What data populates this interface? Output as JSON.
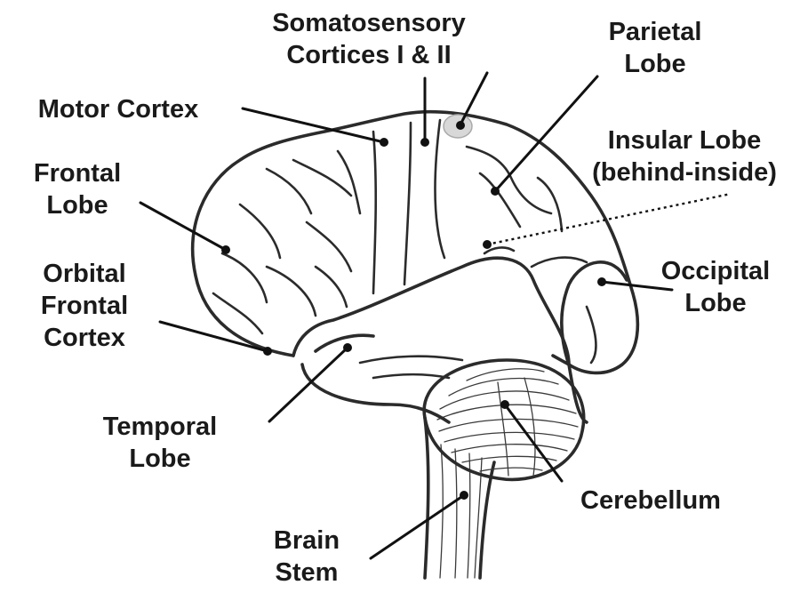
{
  "labels": {
    "somatosensory": [
      "Somatosensory",
      "Cortices I & II"
    ],
    "parietal": [
      "Parietal",
      "Lobe"
    ],
    "motor": [
      "Motor Cortex"
    ],
    "insular": [
      "Insular Lobe",
      "(behind-inside)"
    ],
    "frontal": [
      "Frontal",
      "Lobe"
    ],
    "orbital": [
      "Orbital",
      "Frontal",
      "Cortex"
    ],
    "occipital": [
      "Occipital",
      "Lobe"
    ],
    "temporal": [
      "Temporal",
      "Lobe"
    ],
    "cerebellum": [
      "Cerebellum"
    ],
    "brainstem": [
      "Brain",
      "Stem"
    ]
  },
  "colors": {
    "ink": "#2b2b2b",
    "highlight": "#d8d8d8",
    "background": "#ffffff"
  }
}
